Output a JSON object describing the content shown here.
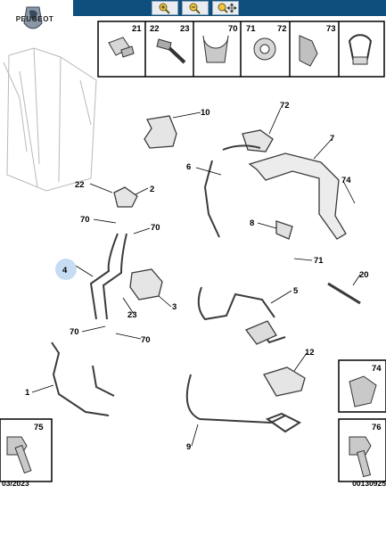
{
  "brand": {
    "name": "PEUGEOT"
  },
  "toolbar": {
    "buttons": [
      {
        "icon": "zoom-in-icon"
      },
      {
        "icon": "zoom-out-icon"
      },
      {
        "icon": "pan-icon"
      }
    ]
  },
  "header_parts": [
    "21",
    "22",
    "23",
    "70",
    "71",
    "72",
    "73"
  ],
  "side_parts": {
    "top": "74",
    "bottom": "76",
    "footer_left": "75"
  },
  "callouts": [
    "10",
    "72",
    "7",
    "6",
    "74",
    "22",
    "2",
    "70",
    "70",
    "8",
    "71",
    "20",
    "4",
    "5",
    "3",
    "23",
    "70",
    "70",
    "12",
    "1",
    "9"
  ],
  "footer": {
    "date": "03/2023",
    "ref": "00130925"
  },
  "colors": {
    "toolbar": "#0f4f7d",
    "highlight": "#c5dcf3",
    "line": "#3b3b3b"
  }
}
